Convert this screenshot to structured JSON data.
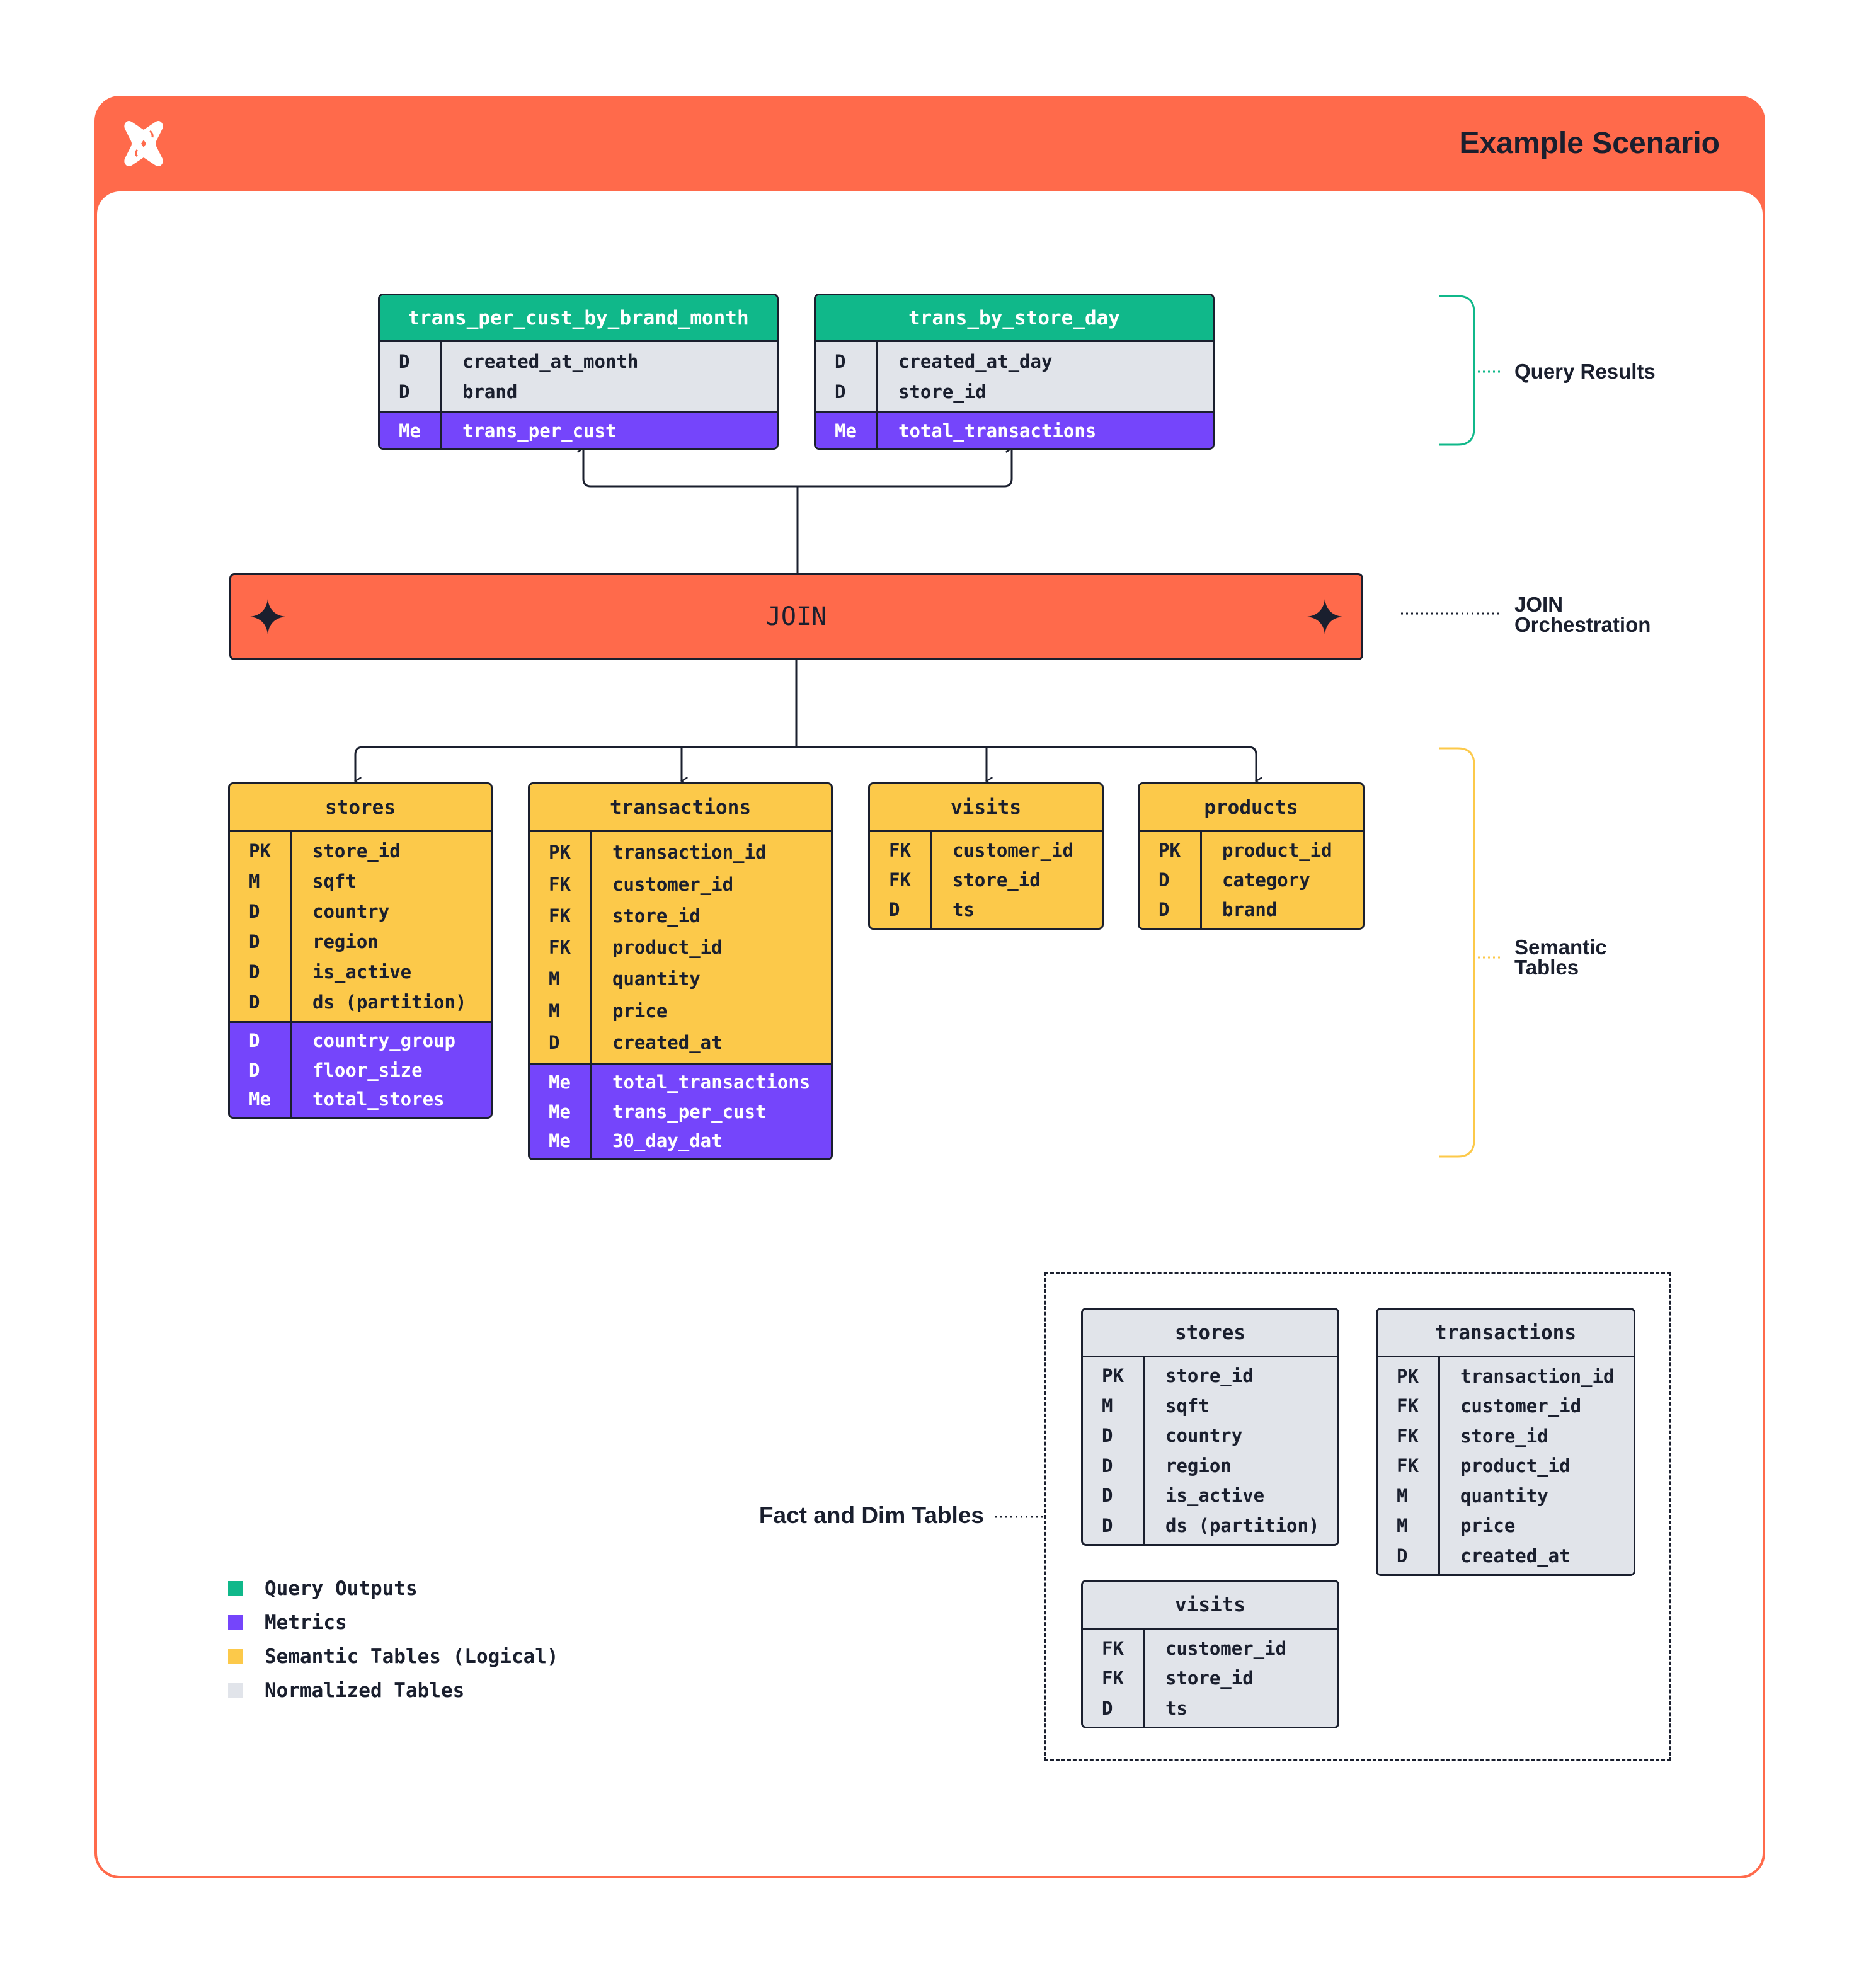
{
  "header": {
    "title": "Example Scenario",
    "logo": "dbt-logo"
  },
  "colors": {
    "brand": "#ff6a4b",
    "query_output": "#10b88a",
    "metric": "#7545fb",
    "semantic": "#fcc94a",
    "normalized": "#e1e4ea"
  },
  "query_results": {
    "label": "Query Results",
    "tables": [
      {
        "name": "trans_per_cust_by_brand_month",
        "sections": [
          {
            "type": "base",
            "rows": [
              {
                "key": "D",
                "field": "created_at_month"
              },
              {
                "key": "D",
                "field": "brand"
              }
            ]
          },
          {
            "type": "metric",
            "rows": [
              {
                "key": "Me",
                "field": "trans_per_cust"
              }
            ]
          }
        ]
      },
      {
        "name": "trans_by_store_day",
        "sections": [
          {
            "type": "base",
            "rows": [
              {
                "key": "D",
                "field": "created_at_day"
              },
              {
                "key": "D",
                "field": "store_id"
              }
            ]
          },
          {
            "type": "metric",
            "rows": [
              {
                "key": "Me",
                "field": "total_transactions"
              }
            ]
          }
        ]
      }
    ]
  },
  "join": {
    "label": "JOIN",
    "side_label_line1": "JOIN",
    "side_label_line2": "Orchestration",
    "icon": "four-point-star"
  },
  "semantic_tables": {
    "label_line1": "Semantic",
    "label_line2": "Tables",
    "tables": [
      {
        "name": "stores",
        "sections": [
          {
            "type": "base",
            "rows": [
              {
                "key": "PK",
                "field": "store_id"
              },
              {
                "key": "M",
                "field": "sqft"
              },
              {
                "key": "D",
                "field": "country"
              },
              {
                "key": "D",
                "field": "region"
              },
              {
                "key": "D",
                "field": "is_active"
              },
              {
                "key": "D",
                "field": "ds (partition)"
              }
            ]
          },
          {
            "type": "metric",
            "rows": [
              {
                "key": "D",
                "field": "country_group"
              },
              {
                "key": "D",
                "field": "floor_size"
              },
              {
                "key": "Me",
                "field": "total_stores"
              }
            ]
          }
        ]
      },
      {
        "name": "transactions",
        "sections": [
          {
            "type": "base",
            "rows": [
              {
                "key": "PK",
                "field": "transaction_id"
              },
              {
                "key": "FK",
                "field": "customer_id"
              },
              {
                "key": "FK",
                "field": "store_id"
              },
              {
                "key": "FK",
                "field": "product_id"
              },
              {
                "key": "M",
                "field": "quantity"
              },
              {
                "key": "M",
                "field": "price"
              },
              {
                "key": "D",
                "field": "created_at"
              }
            ]
          },
          {
            "type": "metric",
            "rows": [
              {
                "key": "Me",
                "field": "total_transactions"
              },
              {
                "key": "Me",
                "field": "trans_per_cust"
              },
              {
                "key": "Me",
                "field": "30_day_dat"
              }
            ]
          }
        ]
      },
      {
        "name": "visits",
        "sections": [
          {
            "type": "base",
            "rows": [
              {
                "key": "FK",
                "field": "customer_id"
              },
              {
                "key": "FK",
                "field": "store_id"
              },
              {
                "key": "D",
                "field": "ts"
              }
            ]
          }
        ]
      },
      {
        "name": "products",
        "sections": [
          {
            "type": "base",
            "rows": [
              {
                "key": "PK",
                "field": "product_id"
              },
              {
                "key": "D",
                "field": "category"
              },
              {
                "key": "D",
                "field": "brand"
              }
            ]
          }
        ]
      }
    ]
  },
  "fact_dim": {
    "label": "Fact and Dim Tables",
    "tables": [
      {
        "name": "stores",
        "sections": [
          {
            "type": "base",
            "rows": [
              {
                "key": "PK",
                "field": "store_id"
              },
              {
                "key": "M",
                "field": "sqft"
              },
              {
                "key": "D",
                "field": "country"
              },
              {
                "key": "D",
                "field": "region"
              },
              {
                "key": "D",
                "field": "is_active"
              },
              {
                "key": "D",
                "field": "ds (partition)"
              }
            ]
          }
        ]
      },
      {
        "name": "transactions",
        "sections": [
          {
            "type": "base",
            "rows": [
              {
                "key": "PK",
                "field": "transaction_id"
              },
              {
                "key": "FK",
                "field": "customer_id"
              },
              {
                "key": "FK",
                "field": "store_id"
              },
              {
                "key": "FK",
                "field": "product_id"
              },
              {
                "key": "M",
                "field": "quantity"
              },
              {
                "key": "M",
                "field": "price"
              },
              {
                "key": "D",
                "field": "created_at"
              }
            ]
          }
        ]
      },
      {
        "name": "visits",
        "sections": [
          {
            "type": "base",
            "rows": [
              {
                "key": "FK",
                "field": "customer_id"
              },
              {
                "key": "FK",
                "field": "store_id"
              },
              {
                "key": "D",
                "field": "ts"
              }
            ]
          }
        ]
      }
    ]
  },
  "legend": [
    {
      "label": "Query Outputs",
      "color": "#10b88a"
    },
    {
      "label": "Metrics",
      "color": "#7545fb"
    },
    {
      "label": "Semantic Tables (Logical)",
      "color": "#fcc94a"
    },
    {
      "label": "Normalized Tables",
      "color": "#e1e4ea"
    }
  ]
}
